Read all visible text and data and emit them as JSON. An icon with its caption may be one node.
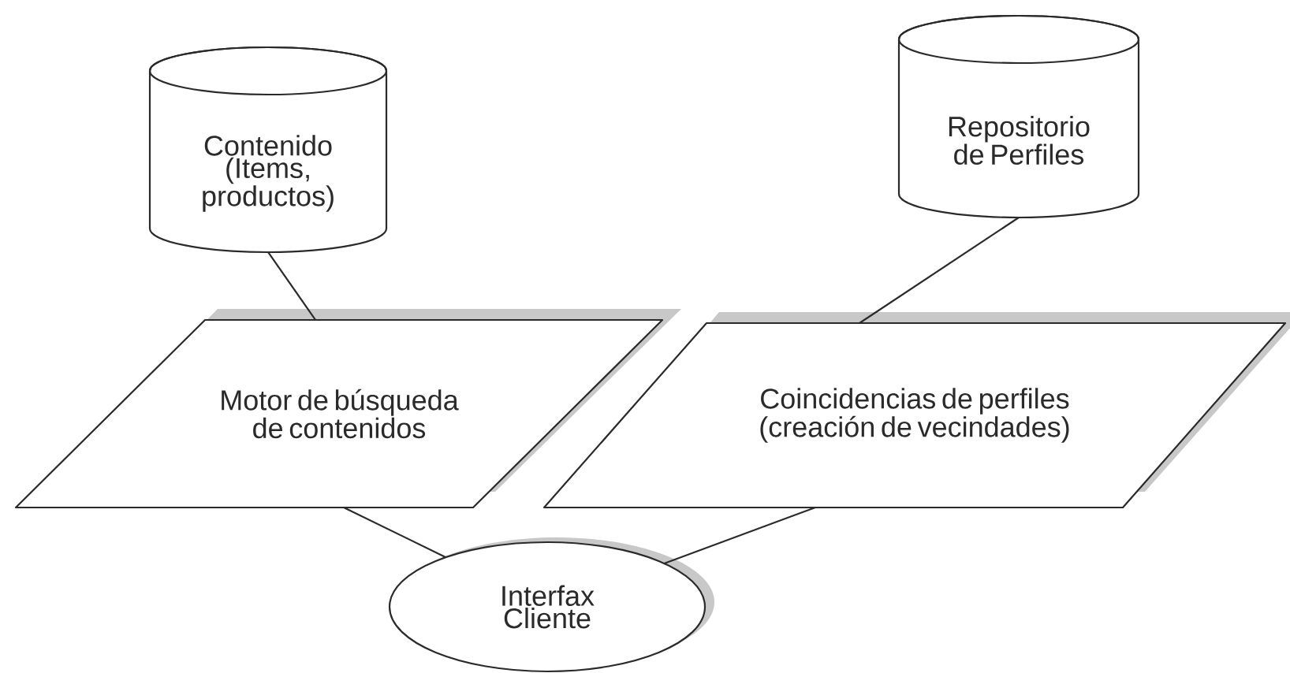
{
  "diagram": {
    "nodes": [
      {
        "text": [
          "Contenido (Items, productos)"
        ]
      },
      {
        "text": [
          "Repositorio de Perfiles"
        ]
      },
      {
        "text": [
          "Motor de búsqueda de contenidos"
        ]
      },
      {
        "text": [
          "Coincidencias de perfiles (creación de vecindades)"
        ]
      },
      {
        "text": [
          "Interfax Cliente"
        ]
      }
    ],
    "edges": [
      {
        "from": 0,
        "to": 2,
        "arrow": "none"
      },
      {
        "from": 1,
        "to": 3,
        "arrow": "none"
      },
      {
        "from": 2,
        "to": 4,
        "arrow": "none"
      },
      {
        "from": 3,
        "to": 4,
        "arrow": "none"
      }
    ]
  }
}
